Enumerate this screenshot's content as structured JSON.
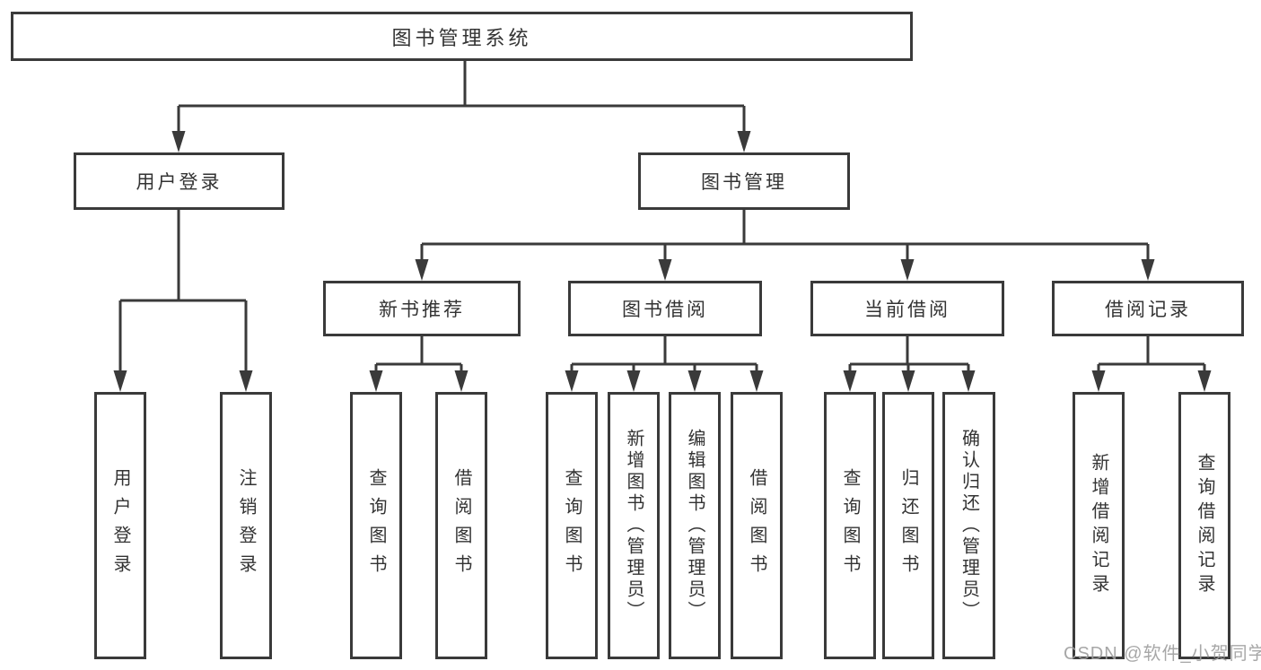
{
  "diagram": {
    "root": {
      "label": "图书管理系统"
    },
    "level2": [
      {
        "label": "用户登录"
      },
      {
        "label": "图书管理"
      }
    ],
    "level3": [
      {
        "label": "新书推荐"
      },
      {
        "label": "图书借阅"
      },
      {
        "label": "当前借阅"
      },
      {
        "label": "借阅记录"
      }
    ],
    "leaves": {
      "user_login": [
        "用户登录",
        "注销登录"
      ],
      "new_books": [
        "查询图书",
        "借阅图书"
      ],
      "book_borrow": [
        "查询图书",
        "新增图书（管理员）",
        "编辑图书（管理员）",
        "借阅图书"
      ],
      "current_borrow": [
        "查询图书",
        "归还图书",
        "确认归还（管理员）"
      ],
      "borrow_records": [
        "新增借阅记录",
        "查询借阅记录"
      ]
    }
  },
  "watermark": {
    "text": "CSDN @软件_小贺同学"
  },
  "colors": {
    "line": "#3a3a3a",
    "box_border": "#3a3a3a",
    "text": "#333333",
    "watermark": "#9e9e9e",
    "background": "#ffffff"
  }
}
